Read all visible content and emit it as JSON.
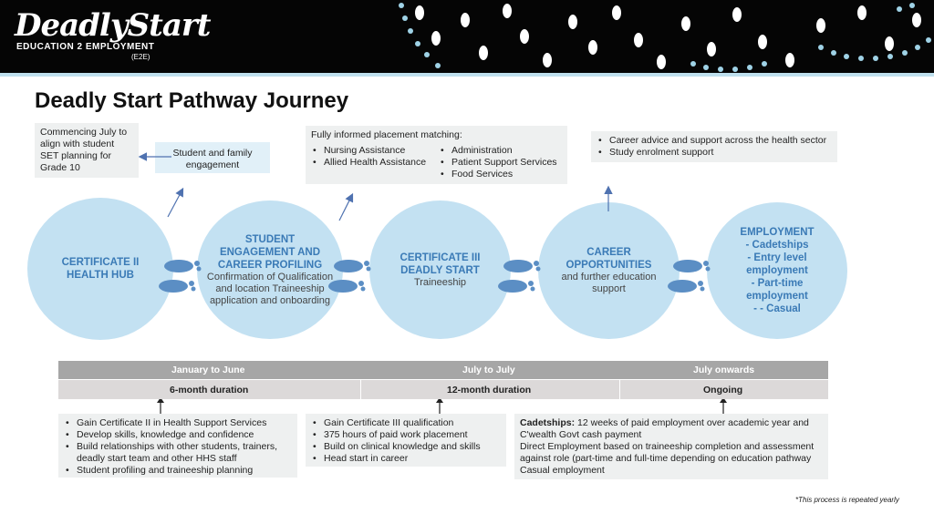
{
  "logo": {
    "main": "DeadlyStart",
    "sub": "EDUCATION 2 EMPLOYMENT",
    "sub2": "(E2E)"
  },
  "title": "Deadly Start Pathway Journey",
  "notes": {
    "commencing": "Commencing July to align with student SET planning for Grade 10",
    "student_family": "Student and family engagement",
    "placement_heading": "Fully informed placement matching:",
    "placement_col1": [
      "Nursing Assistance",
      "Allied Health Assistance"
    ],
    "placement_col2": [
      "Administration",
      "Patient Support Services",
      "Food Services"
    ],
    "career_items": [
      "Career advice and support across the health sector",
      "Study enrolment support"
    ]
  },
  "circles": {
    "c1": {
      "title": "CERTIFICATE II HEALTH HUB"
    },
    "c2": {
      "title": "STUDENT ENGAGEMENT AND CAREER PROFILING",
      "sub": "Confirmation of Qualification and location Traineeship application and onboarding"
    },
    "c3": {
      "title": "CERTIFICATE III DEADLY START",
      "sub": "Traineeship"
    },
    "c4": {
      "title": "CAREER OPPORTUNITIES",
      "sub": "and further education support"
    },
    "c5": {
      "title": "EMPLOYMENT",
      "items": [
        "-   Cadetships",
        "-   Entry level employment",
        "-   Part-time employment",
        "-   - Casual"
      ]
    }
  },
  "timeline": {
    "periods": [
      "January to June",
      "July to July",
      "July onwards"
    ],
    "durations": [
      "6-month duration",
      "12-month duration",
      "Ongoing"
    ]
  },
  "details": {
    "d1": [
      "Gain Certificate II in Health Support Services",
      "Develop skills, knowledge and confidence",
      "Build relationships with other students, trainers, deadly start team and other HHS staff",
      "Student profiling and traineeship planning"
    ],
    "d2": [
      "Gain Certificate III qualification",
      "375 hours of paid work placement",
      "Build on clinical knowledge and skills",
      "Head start in career"
    ],
    "d3_label": "Cadetships:",
    "d3_first": " 12 weeks of paid employment over academic year and C'wealth Govt cash payment",
    "d3_second": "Direct Employment based on traineeship completion and assessment against role (part-time and full-time depending on education pathway",
    "d3_third": "Casual employment"
  },
  "footnote": "*This process is repeated yearly",
  "colors": {
    "circle": "#c3e1f2",
    "circle_title": "#3a7ab6",
    "feet": "#5b8ec4",
    "note_box": "#eef0f0",
    "timeline_head": "#a6a6a6",
    "timeline_sub": "#dcd9d9",
    "arrow": "#4f72b0"
  }
}
